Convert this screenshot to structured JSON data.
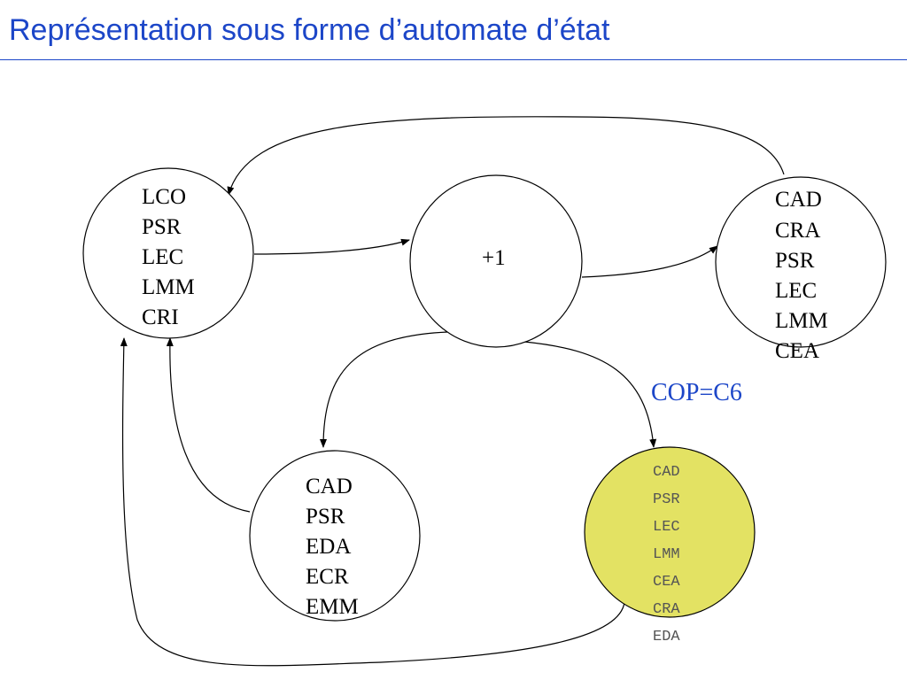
{
  "title": "Représentation sous forme d’automate d’état",
  "colors": {
    "title": "#1c46c8",
    "condition": "#1c46c8",
    "highlight_fill": "#e3e263",
    "stroke": "#000000",
    "mono_text": "#555555"
  },
  "states": [
    {
      "id": "fetch",
      "lines": [
        "LCO",
        "PSR",
        "LEC",
        "LMM",
        "CRI"
      ]
    },
    {
      "id": "increment",
      "lines": [
        "+1"
      ]
    },
    {
      "id": "read-operand",
      "lines": [
        "CAD",
        "CRA",
        "PSR",
        "LEC",
        "LMM",
        "CEA"
      ]
    },
    {
      "id": "write",
      "lines": [
        "CAD",
        "PSR",
        "EDA",
        "ECR",
        "EMM"
      ]
    },
    {
      "id": "c6",
      "highlighted": true,
      "lines": [
        "CAD",
        "PSR",
        "LEC",
        "LMM",
        "CEA",
        "CRA",
        "EDA"
      ]
    }
  ],
  "condition_label": "COP=C6"
}
